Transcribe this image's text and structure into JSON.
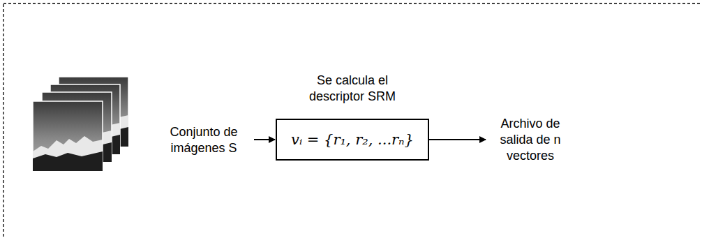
{
  "diagram": {
    "nodes": [
      {
        "text": [
          "Se calcula el descriptor SRM",
          "vᵢ = {r₁, r₂, ...rₙ}"
        ]
      }
    ],
    "labels": [
      "Conjunto de imágenes S",
      "Archivo de salida de n vectores"
    ]
  }
}
